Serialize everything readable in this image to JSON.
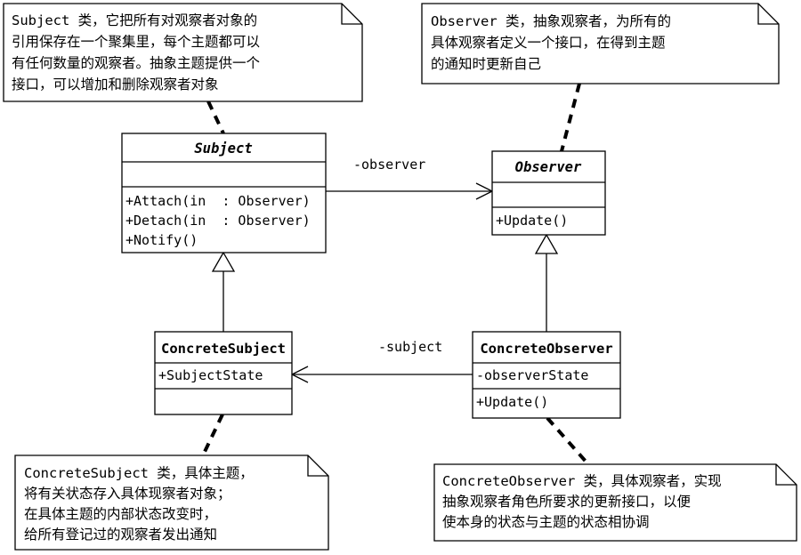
{
  "classes": {
    "subject": {
      "name": "Subject",
      "methods": [
        "+Attach(in  : Observer)",
        "+Detach(in  : Observer)",
        "+Notify()"
      ]
    },
    "observer": {
      "name": "Observer",
      "methods": [
        "+Update()"
      ]
    },
    "concrete_subject": {
      "name": "ConcreteSubject",
      "attributes": [
        "+SubjectState"
      ]
    },
    "concrete_observer": {
      "name": "ConcreteObserver",
      "attributes": [
        "-observerState"
      ],
      "methods": [
        "+Update()"
      ]
    }
  },
  "associations": {
    "subject_to_observer": "-observer",
    "concrete_observer_to_subject": "-subject"
  },
  "notes": {
    "subject": [
      "Subject 类，它把所有对观察者对象的",
      "引用保存在一个聚集里，每个主题都可以",
      "有任何数量的观察者。抽象主题提供一个",
      "接口，可以增加和删除观察者对象"
    ],
    "observer": [
      "Observer 类，抽象观察者，为所有的",
      "具体观察者定义一个接口，在得到主题",
      "的通知时更新自己"
    ],
    "concrete_subject": [
      "ConcreteSubject 类，具体主题，",
      "将有关状态存入具体现察者对象；",
      "在具体主题的内部状态改变时，",
      "给所有登记过的观察者发出通知"
    ],
    "concrete_observer": [
      "ConcreteObserver 类，具体观察者，实现",
      "抽象观察者角色所要求的更新接口，以便",
      "使本身的状态与主题的状态相协调"
    ]
  }
}
